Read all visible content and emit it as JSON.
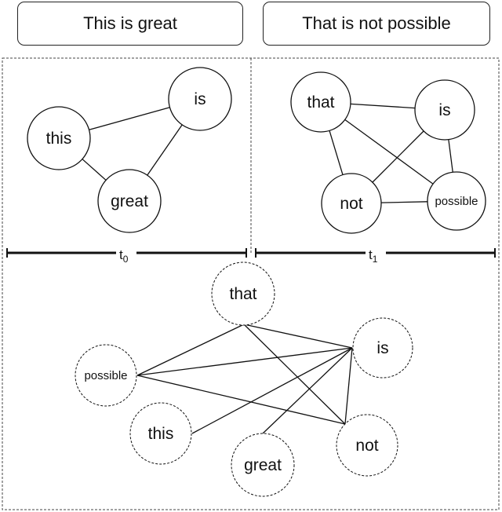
{
  "sentences": [
    "This is great",
    "That is not possible"
  ],
  "timesteps": [
    {
      "base": "t",
      "sub": "0"
    },
    {
      "base": "t",
      "sub": "1"
    }
  ],
  "graph_t0": {
    "nodes": [
      {
        "id": "this",
        "label": "this"
      },
      {
        "id": "is",
        "label": "is"
      },
      {
        "id": "great",
        "label": "great"
      }
    ],
    "edges": [
      [
        "this",
        "is"
      ],
      [
        "this",
        "great"
      ],
      [
        "is",
        "great"
      ]
    ]
  },
  "graph_t1": {
    "nodes": [
      {
        "id": "that",
        "label": "that"
      },
      {
        "id": "is",
        "label": "is"
      },
      {
        "id": "not",
        "label": "not"
      },
      {
        "id": "possible",
        "label": "possible"
      }
    ],
    "edges": [
      [
        "that",
        "is"
      ],
      [
        "that",
        "not"
      ],
      [
        "that",
        "possible"
      ],
      [
        "is",
        "not"
      ],
      [
        "is",
        "possible"
      ],
      [
        "not",
        "possible"
      ]
    ]
  },
  "graph_merged": {
    "nodes": [
      {
        "id": "that",
        "label": "that"
      },
      {
        "id": "is",
        "label": "is"
      },
      {
        "id": "possible",
        "label": "possible"
      },
      {
        "id": "this",
        "label": "this"
      },
      {
        "id": "great",
        "label": "great"
      },
      {
        "id": "not",
        "label": "not"
      }
    ],
    "edges": [
      [
        "that",
        "is"
      ],
      [
        "that",
        "not"
      ],
      [
        "that",
        "possible"
      ],
      [
        "possible",
        "is"
      ],
      [
        "possible",
        "not"
      ],
      [
        "this",
        "is"
      ],
      [
        "great",
        "is"
      ],
      [
        "is",
        "not"
      ]
    ]
  }
}
